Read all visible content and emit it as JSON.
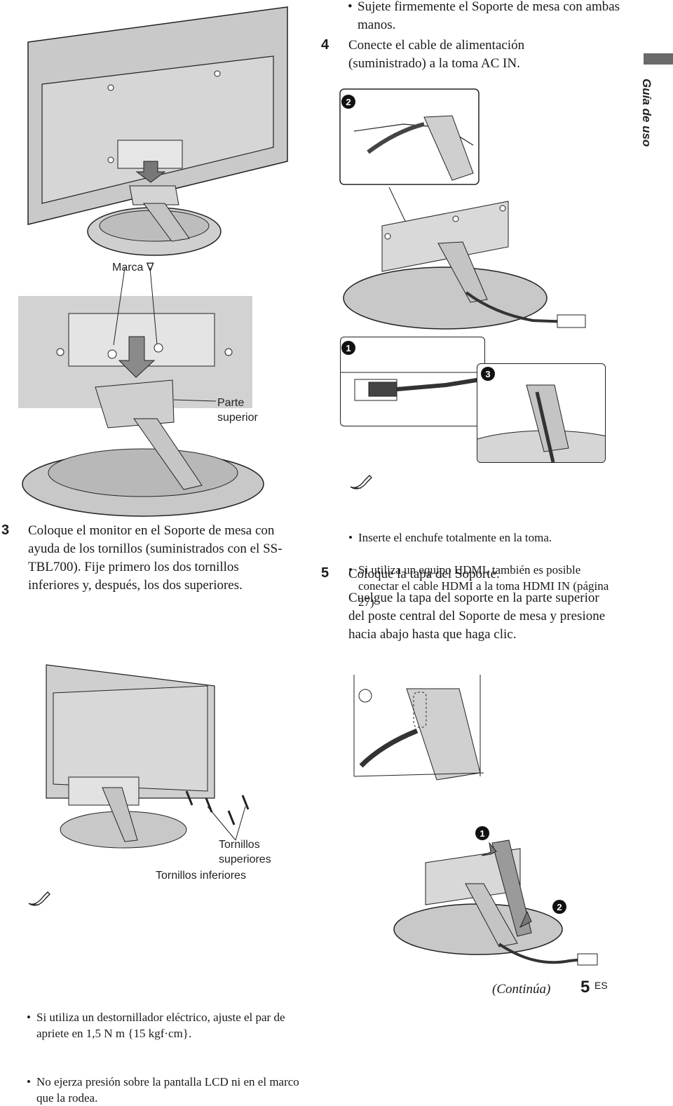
{
  "side_tab": {
    "title": "Guía de uso"
  },
  "top_right": {
    "bullet_1": "Sujete firmemente el Soporte de mesa con ambas manos.",
    "step_4_number": "4",
    "step_4_text": "Conecte el cable de alimentación (suministrado) a la toma AC IN."
  },
  "figure_left_top": {
    "mark_label": "Marca ∇",
    "top_label": "Parte superior"
  },
  "step_3": {
    "number": "3",
    "text": "Coloque el monitor en el Soporte de mesa con ayuda de los tornillos (suministrados con el SS-TBL700). Fije primero los dos tornillos inferiores y, después, los dos superiores."
  },
  "notes_right": {
    "bullet_1": "Inserte el enchufe totalmente en la toma.",
    "bullet_2": "Si utiliza un equipo HDMI, también es posible conectar el cable HDMI a la toma HDMI IN (página 27)"
  },
  "step_5": {
    "number": "5",
    "title": "Coloque la tapa del Soporte.",
    "text": "Cuelgue la tapa del soporte en la parte superior del poste central del Soporte de mesa y presione hacia abajo hasta que haga clic."
  },
  "figure_left_bottom": {
    "upper_screws": "Tornillos superiores",
    "lower_screws": "Tornillos inferiores"
  },
  "notes_left": {
    "bullet_1": "Si utiliza un destornillador eléctrico, ajuste el par de apriete en 1,5 N m {15 kgf·cm}.",
    "bullet_2": "No ejerza presión sobre la pantalla LCD ni en el marco que la rodea."
  },
  "badges": {
    "one": "1",
    "two": "2",
    "three": "3"
  },
  "footer": {
    "continues": "(Continúa)",
    "page": "5",
    "lang": "ES"
  }
}
